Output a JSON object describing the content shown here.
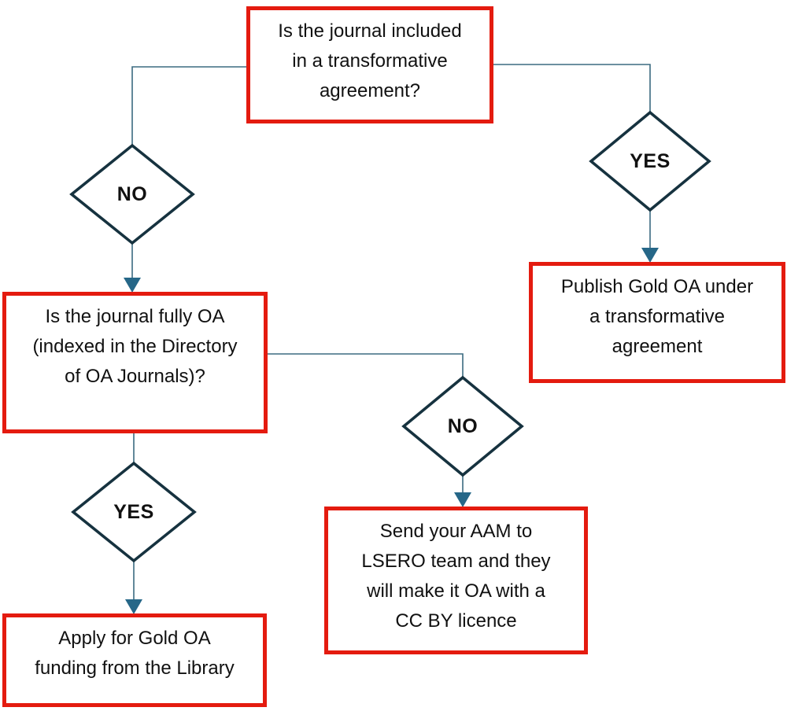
{
  "flowchart": {
    "nodes": {
      "q_transformative": {
        "text": [
          "Is the journal included",
          "in a transformative",
          "agreement?"
        ]
      },
      "no_transformative": {
        "label": "NO"
      },
      "yes_transformative": {
        "label": "YES"
      },
      "publish_gold_ta": {
        "text": [
          "Publish Gold OA under",
          "a transformative",
          "agreement"
        ]
      },
      "q_fully_oa": {
        "text": [
          "Is the journal fully OA",
          "(indexed in the Directory",
          "of OA Journals)?"
        ]
      },
      "yes_fully_oa": {
        "label": "YES"
      },
      "no_fully_oa": {
        "label": "NO"
      },
      "apply_gold_funding": {
        "text": [
          "Apply for Gold OA",
          "funding from the Library"
        ]
      },
      "send_aam": {
        "text": [
          "Send your AAM to",
          "LSERO team and they",
          "will make it OA with a",
          "CC BY licence"
        ]
      }
    }
  },
  "colors": {
    "box_border": "#e41b0f",
    "diamond_border": "#16323f",
    "connector_line": "#3b6b80",
    "arrowhead": "#266788",
    "text_color": "#111111",
    "background": "#ffffff"
  }
}
